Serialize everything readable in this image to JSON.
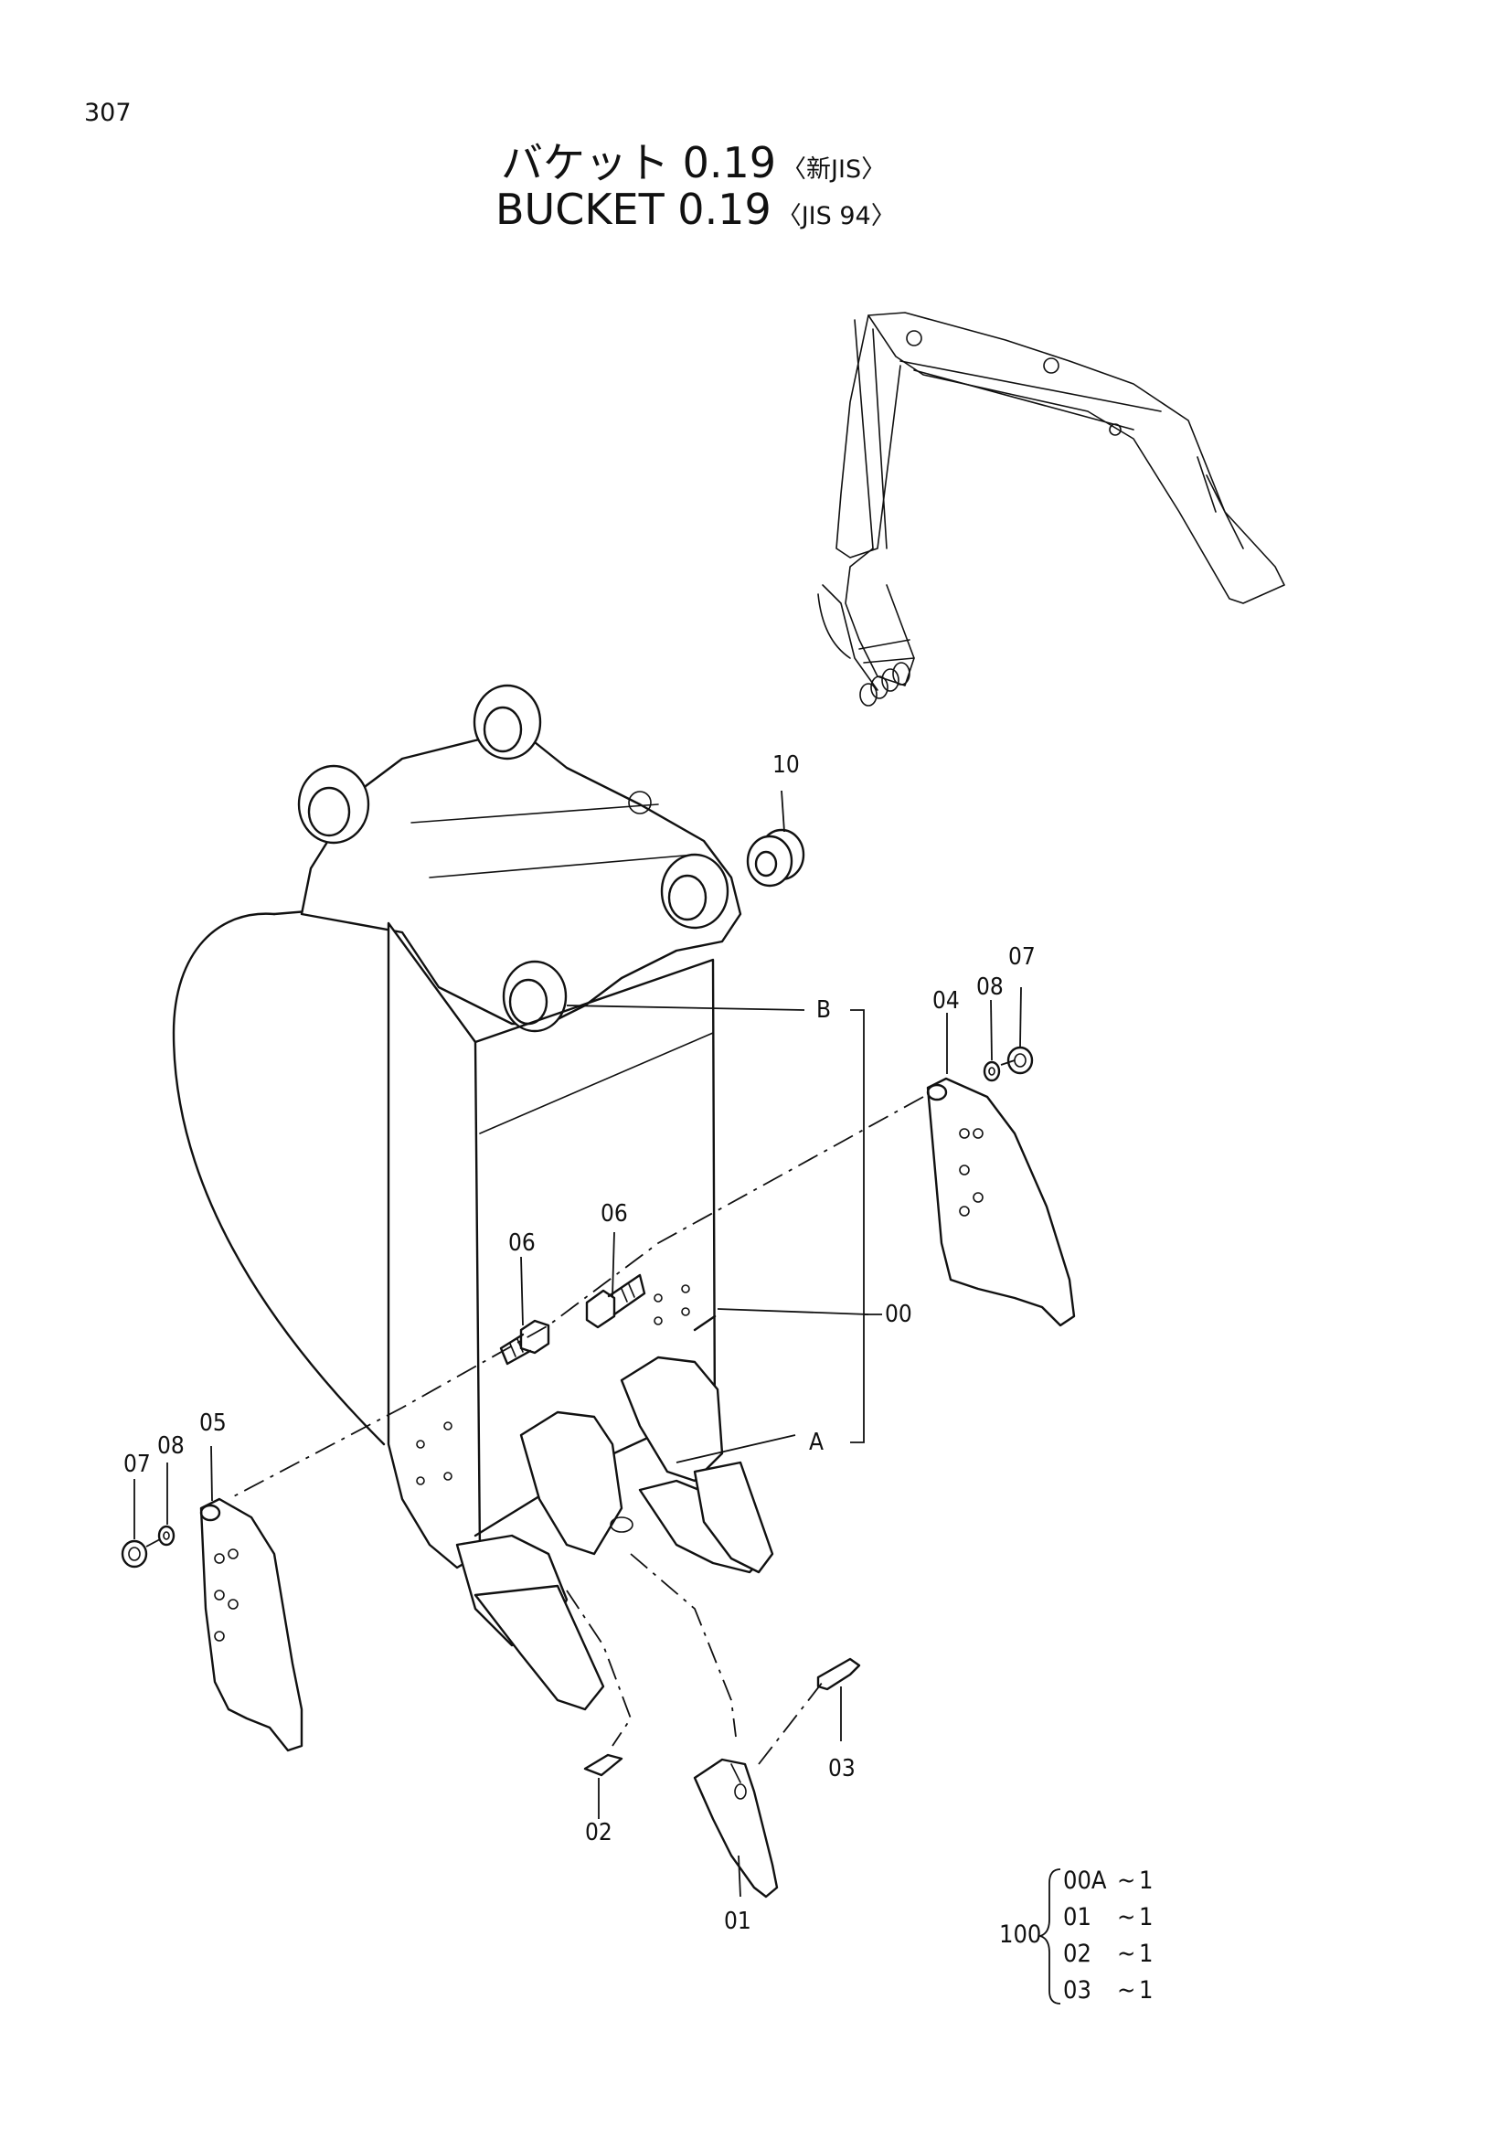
{
  "page_number": "307",
  "title_jp": {
    "main": "バケット 0.19",
    "spec": "〈新JIS〉"
  },
  "title_en": {
    "main": "BUCKET 0.19",
    "spec": "〈JIS 94〉"
  },
  "callouts": {
    "c00": "00",
    "c01": "01",
    "c02": "02",
    "c03": "03",
    "c04": "04",
    "c05": "05",
    "c06a": "06",
    "c06b": "06",
    "c07a": "07",
    "c07b": "07",
    "c08a": "08",
    "c08b": "08",
    "c10": "10",
    "cA": "A",
    "cB": "B"
  },
  "kit": {
    "number": "100",
    "items": [
      {
        "code": "00A",
        "sep": "~",
        "qty": "1"
      },
      {
        "code": "01",
        "sep": "~",
        "qty": "1"
      },
      {
        "code": "02",
        "sep": "~",
        "qty": "1"
      },
      {
        "code": "03",
        "sep": "~",
        "qty": "1"
      }
    ]
  }
}
